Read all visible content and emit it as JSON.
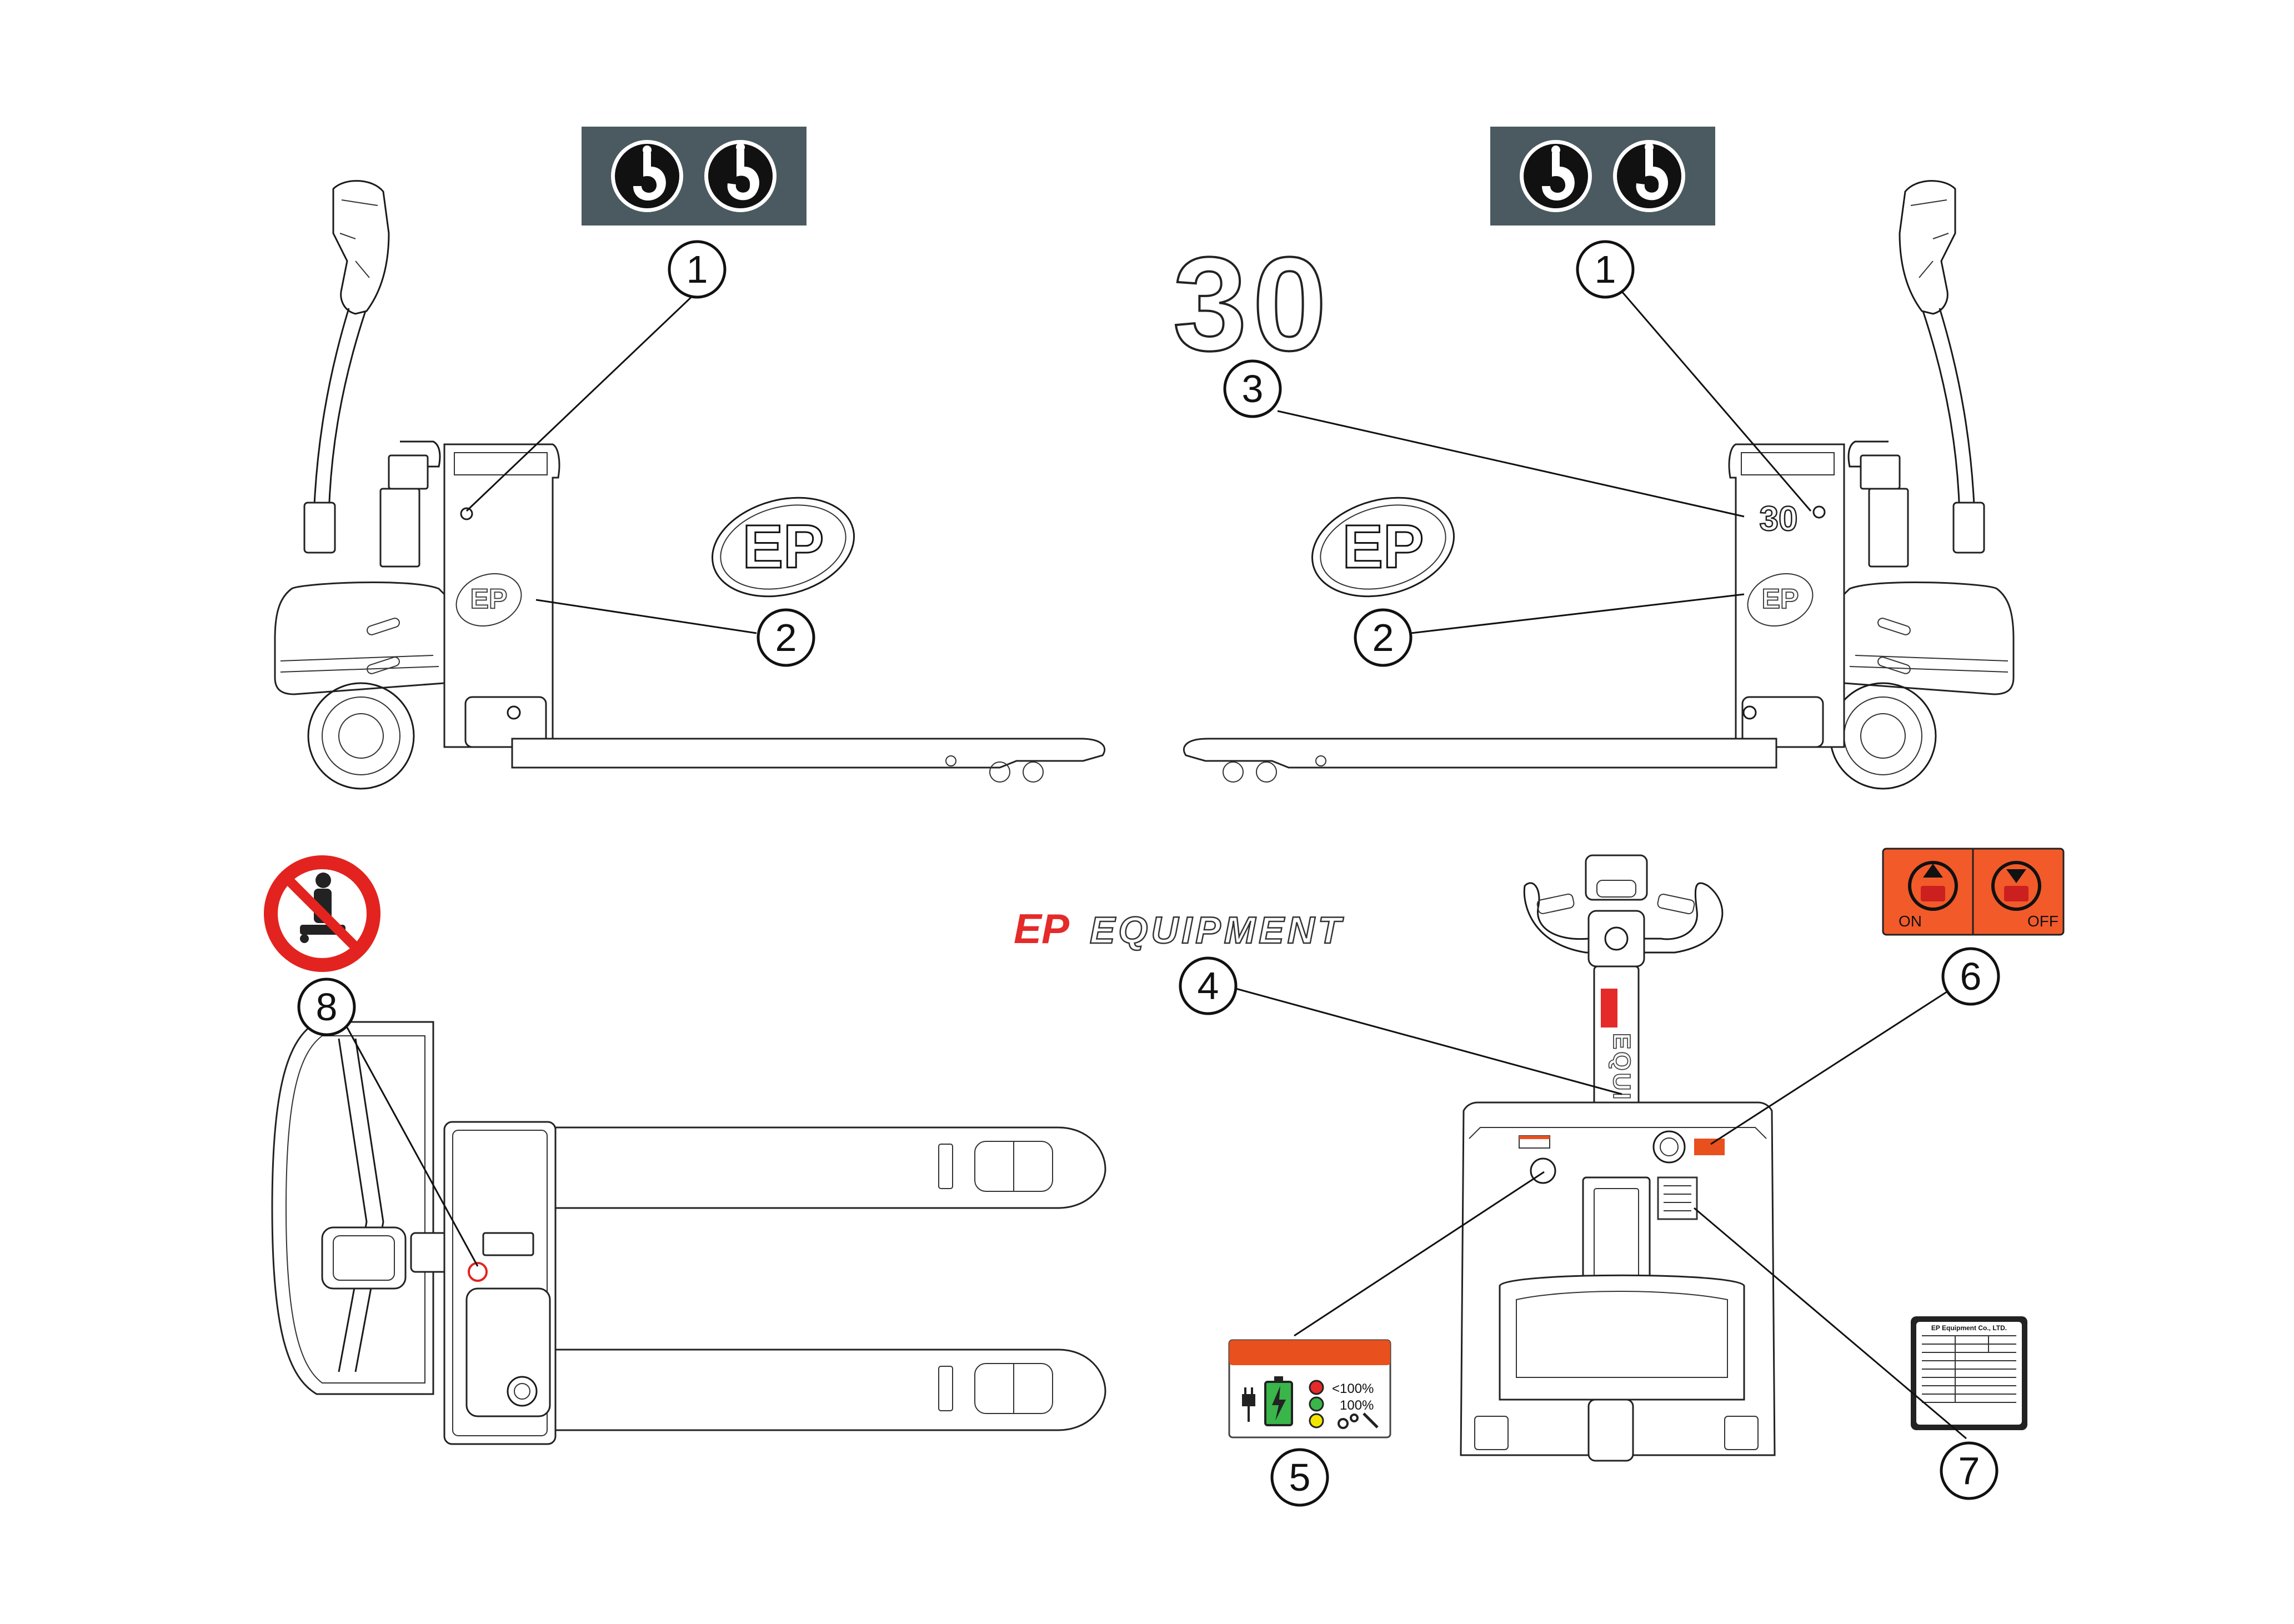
{
  "callouts": {
    "c1": "1",
    "c2": "2",
    "c3": "3",
    "c4": "4",
    "c5": "5",
    "c6": "6",
    "c7": "7",
    "c8": "8"
  },
  "logos": {
    "ep_mark": "EP",
    "model_number": "30",
    "brand_prefix": "EP",
    "brand_word": "EQUIPMENT",
    "mast_text": "EQUIPMENT"
  },
  "switch_label": {
    "on": "ON",
    "off": "OFF"
  },
  "battery_label": {
    "lt100": "<100%",
    "eq100": "100%"
  },
  "nameplate": {
    "company": "EP Equipment Co., LTD."
  },
  "colors": {
    "hook_bg": "#4a5a60",
    "switch_bg": "#f25a2a",
    "brand_red": "#e52a2a",
    "prohibit_red": "#e3231f",
    "battery_orange": "#e8501e",
    "led_red": "#e52a2a",
    "led_green": "#39b54a",
    "led_yellow": "#f2e600"
  },
  "icons": [
    "lifting-hook-icon",
    "no-riding-icon",
    "power-plug-icon",
    "battery-charging-icon",
    "service-tools-icon",
    "key-switch-icon"
  ]
}
